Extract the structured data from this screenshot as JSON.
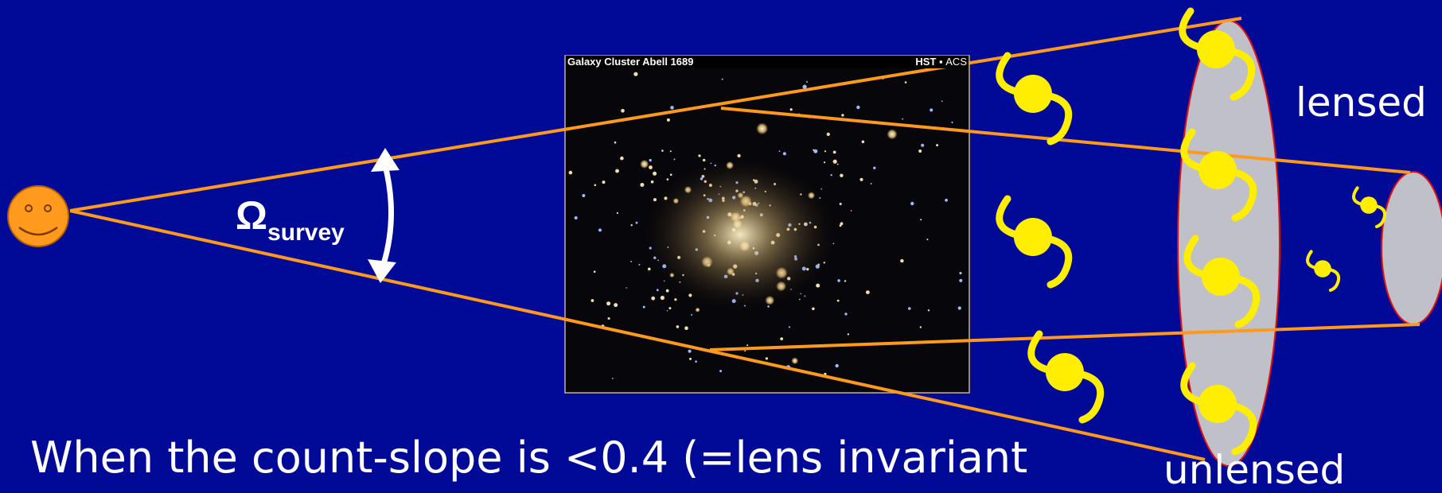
{
  "image_caption": {
    "title": "Galaxy Cluster Abell 1689",
    "credit_instrument": "HST",
    "credit_camera": "ACS"
  },
  "labels": {
    "solid_angle_symbol": "Ω",
    "solid_angle_subscript": "survey",
    "lensed": "lensed",
    "unlensed": "unlensed"
  },
  "caption": "When the count-slope is <0.4 (=lens invariant",
  "colors": {
    "background": "#000a96",
    "rays": "#ff9a1e",
    "galaxies": "#ffee00",
    "source_plane": "#c0c0c8",
    "plane_outline": "#e01010",
    "observer_face": "#ff9a1e"
  },
  "icons": [
    "smiley-observer-icon",
    "double-arrow-icon",
    "galaxy-icon"
  ]
}
